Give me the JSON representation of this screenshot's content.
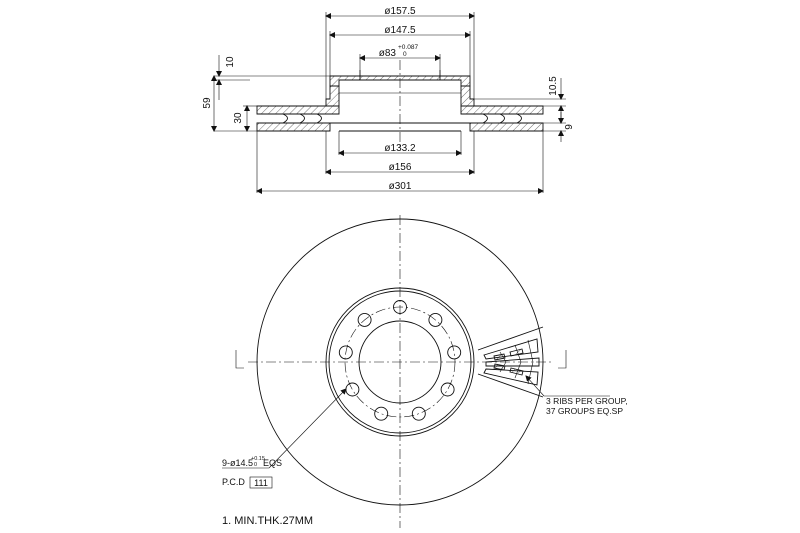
{
  "dimensions": {
    "d_outer_top": "ø157.5",
    "d_mid_top": "ø147.5",
    "d_bore": "ø83",
    "d_bore_tol_upper": "+0.087",
    "d_bore_tol_lower": "0",
    "d_hat_inner": "ø133.2",
    "d_hat_outer": "ø156",
    "d_disc": "ø301",
    "h_top_flange": "10",
    "h_total": "59",
    "h_disc": "30",
    "h_right_top": "10.5",
    "h_right_bottom": "9"
  },
  "callouts": {
    "ribs_line1": "3 RIBS PER GROUP,",
    "ribs_line2": "37 GROUPS EQ.SP",
    "holes_prefix": "9-ø14.5",
    "holes_tol_upper": "+0.15",
    "holes_tol_lower": "0",
    "holes_suffix": "EQS",
    "pcd_label": "P.C.D",
    "pcd_value": "111"
  },
  "notes": {
    "min_thickness": "1. MIN.THK.27MM"
  }
}
